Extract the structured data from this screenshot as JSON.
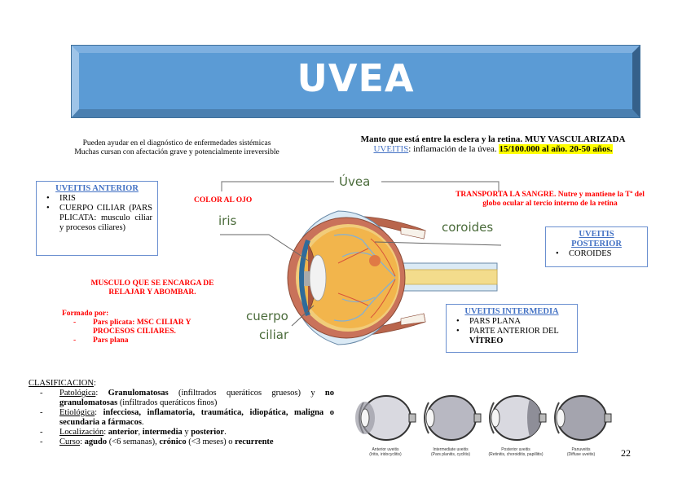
{
  "banner": {
    "title": "UVEA"
  },
  "intro_left": {
    "line1": "Pueden ayudar en el diagnóstico de enfermedades sistémicas",
    "line2": "Muchas cursan con afectación grave y potencialmente irreversible"
  },
  "intro_right": {
    "line1": "Manto que está entre la esclera y la retina. MUY VASCULARIZADA",
    "uveitis_label": "UVEITIS",
    "uveitis_def": ": inflamación de la úvea. ",
    "uveitis_stats": "15/100.000 al año. 20-50 años."
  },
  "box_anterior": {
    "title": "UVEITIS ANTERIOR",
    "items": [
      "IRIS",
      "CUERPO CILIAR (PARS PLICATA: musculo ciliar y procesos ciliares)"
    ]
  },
  "box_posterior": {
    "title": "UVEITIS POSTERIOR",
    "items": [
      "COROIDES"
    ]
  },
  "box_intermedia": {
    "title": "UVEITIS INTERMEDIA",
    "items": [
      "PARS PLANA",
      "PARTE ANTERIOR DEL"
    ],
    "item2_bold": "VÍTREO"
  },
  "notes": {
    "color_ojo": "COLOR AL OJO",
    "transporta_line1": "TRANSPORTA LA SANGRE. Nutre y mantiene la Tª del",
    "transporta_line2": "globo ocular al tercio interno de la retina",
    "musculo_line1": "MUSCULO QUE SE ENCARGA DE",
    "musculo_line2": "RELAJAR Y ABOMBAR.",
    "formado_por": "Formado por:",
    "formado_items": [
      "Pars plicata: MSC CILIAR Y PROCESOS CILIARES.",
      "Pars plana"
    ]
  },
  "diagram": {
    "uvea": "Úvea",
    "iris": "iris",
    "coroides": "coroides",
    "cuerpo": "cuerpo",
    "ciliar": "ciliar"
  },
  "colors": {
    "banner": "#5b9bd5",
    "red_note": "#ff0000",
    "link_blue": "#4472c4",
    "highlight": "#ffff00",
    "diagram_label": "#4a6b3a"
  },
  "clasificacion": {
    "title": "CLASIFICACION",
    "items": [
      {
        "label": "Patológica",
        "p1": "Granulomatosas",
        "p2": " (infiltrados queráticos gruesos) y ",
        "p3": "no granulomatosas",
        "p4": " (infiltrados queráticos finos)"
      },
      {
        "label": "Etiológica",
        "p1": "infecciosa, inflamatoria, traumática, idiopática, maligna o secundaria a fármacos",
        "p2": "."
      },
      {
        "label": "Localización",
        "p1": "anterior",
        "p2": ", ",
        "p3": "intermedia",
        "p4": " y ",
        "p5": "posterior",
        "p6": "."
      },
      {
        "label": "Curso",
        "p1": "agudo",
        "p2": " (<6 semanas), ",
        "p3": "crónico",
        "p4": " (<3 meses) o ",
        "p5": "recurrente"
      }
    ]
  },
  "mini_eyes": [
    {
      "title": "Anterior uveitis",
      "sub": "(Iritis, iridocyclitis)"
    },
    {
      "title": "Intermediate uveitis",
      "sub": "(Pars planitis, cyclitis)"
    },
    {
      "title": "Posterior uveitis",
      "sub": "(Retinitis, choroiditis, papillitis)"
    },
    {
      "title": "Panuveitis",
      "sub": "(Diffuse uveitis)"
    }
  ],
  "page_number": "22"
}
